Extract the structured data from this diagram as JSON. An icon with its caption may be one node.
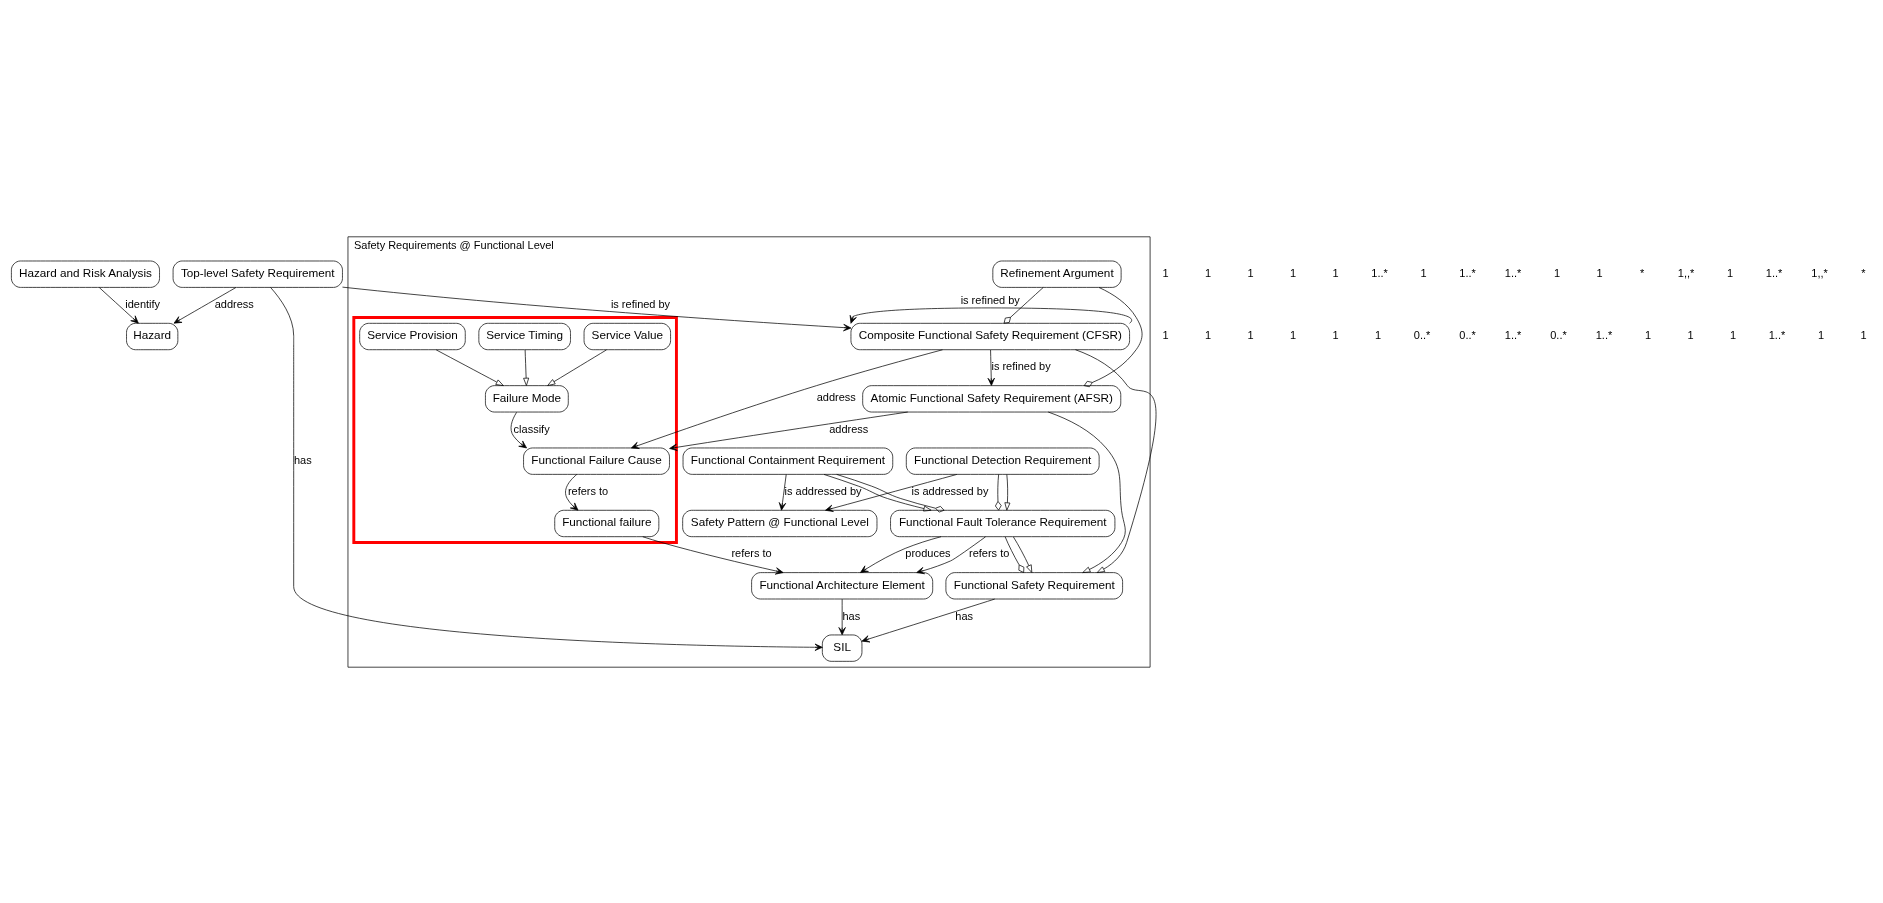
{
  "diagram": {
    "nodes": [
      {
        "text": [
          "Hazard and Risk Analysis"
        ]
      },
      {
        "text": [
          "Hazard"
        ]
      },
      {
        "text": [
          "Top-level Safety Requirement"
        ]
      },
      {
        "text": [
          "Safety Requirements @ Functional Level"
        ]
      },
      {
        "text": [],
        "shape": "box",
        "in": 3
      },
      {
        "text": [
          "Service Value"
        ],
        "in": 4
      },
      {
        "text": [
          "Service Timing"
        ],
        "in": 4
      },
      {
        "text": [
          "Service Provision"
        ],
        "in": 4
      },
      {
        "text": [
          "Failure Mode"
        ],
        "in": 4
      },
      {
        "text": [
          "Functional Failure Cause"
        ],
        "in": 4
      },
      {
        "text": [
          "Functional failure"
        ],
        "in": 4
      },
      {
        "text": [
          "Composite Functional Safety Requirement (CFSR)"
        ],
        "in": 3
      },
      {
        "text": [
          "Refinement Argument"
        ],
        "in": 3
      },
      {
        "text": [
          "Atomic Functional Safety Requirement (AFSR)"
        ],
        "in": 3
      },
      {
        "text": [
          "Functional Safety Requirement"
        ],
        "in": 3
      },
      {
        "text": [
          "Functional Fault Tolerance Requirement"
        ],
        "in": 3
      },
      {
        "text": [
          "Functional Detection Requirement"
        ],
        "in": 3
      },
      {
        "text": [
          "Functional Containment Requirement"
        ],
        "in": 3
      },
      {
        "text": [
          "Functional Architecture Element"
        ],
        "in": 3
      },
      {
        "text": [
          "Safety Pattern @ Functional Level"
        ],
        "in": 3
      },
      {
        "text": [
          "SIL"
        ],
        "in": 3
      }
    ],
    "edges": [
      {
        "from": 0,
        "to": 1,
        "arrow": "to",
        "label": "identify"
      },
      {
        "from": 2,
        "to": 1,
        "arrow": "to",
        "label": "address"
      },
      {
        "from": 2,
        "to": 11,
        "arrow": "to",
        "label": "is refined by"
      },
      {
        "from": 2,
        "to": 20,
        "arrow": "to",
        "label": "has"
      },
      {
        "from": 11,
        "to": 11,
        "arrow": "to",
        "label": "is refined by"
      },
      {
        "from": 11,
        "to": 9,
        "arrow": "to",
        "label": "address"
      },
      {
        "from": 5,
        "to": 8,
        "arrow": "to"
      },
      {
        "from": 6,
        "to": 8,
        "arrow": "to"
      },
      {
        "from": 7,
        "to": 8,
        "arrow": "to"
      },
      {
        "from": 8,
        "to": 9,
        "arrow": "to",
        "label": "classify"
      },
      {
        "from": 9,
        "to": 10,
        "arrow": "to",
        "label": "refers to"
      },
      {
        "from": 12,
        "to": 11,
        "arrow": "other"
      },
      {
        "from": 12,
        "to": 13,
        "arrow": "other"
      },
      {
        "from": 11,
        "to": 13,
        "arrow": "to",
        "label": "is refined by"
      },
      {
        "from": 13,
        "to": 9,
        "arrow": "to",
        "label": "address"
      },
      {
        "from": 11,
        "to": 14,
        "arrow": "to"
      },
      {
        "from": 13,
        "to": 14,
        "arrow": "to"
      },
      {
        "from": 14,
        "to": 20,
        "arrow": "to",
        "label": "has"
      },
      {
        "from": 15,
        "to": 14,
        "arrow": "other"
      },
      {
        "from": 15,
        "to": 14,
        "arrow": "to"
      },
      {
        "from": 16,
        "to": 15,
        "arrow": "other"
      },
      {
        "from": 16,
        "to": 15,
        "arrow": "to"
      },
      {
        "from": 17,
        "to": 15,
        "arrow": "to"
      },
      {
        "from": 17,
        "to": 15,
        "arrow": "other"
      },
      {
        "from": 16,
        "to": 19,
        "arrow": "to",
        "label": "is addressed by"
      },
      {
        "from": 17,
        "to": 19,
        "arrow": "to",
        "label": "is addressed by"
      },
      {
        "from": 15,
        "to": 18,
        "arrow": "to",
        "label": "produces"
      },
      {
        "from": 15,
        "to": 18,
        "arrow": "to",
        "label": "refers to"
      },
      {
        "from": 10,
        "to": 18,
        "arrow": "to",
        "label": "refers to"
      },
      {
        "from": 18,
        "to": 20,
        "arrow": "to",
        "label": "has"
      }
    ],
    "labels": [
      "1",
      "1",
      "1",
      "1",
      "1",
      "1..*",
      "1",
      "1..*",
      "1..*",
      "1",
      "1",
      "*",
      "1,,*",
      "1",
      "1..*",
      "1,,*",
      "*",
      "1",
      "1",
      "1",
      "1",
      "1",
      "1",
      "0..*",
      "0..*",
      "1..*",
      "0..*",
      "1..*",
      "1",
      "1",
      "1",
      "1..*",
      "1",
      "1"
    ]
  }
}
